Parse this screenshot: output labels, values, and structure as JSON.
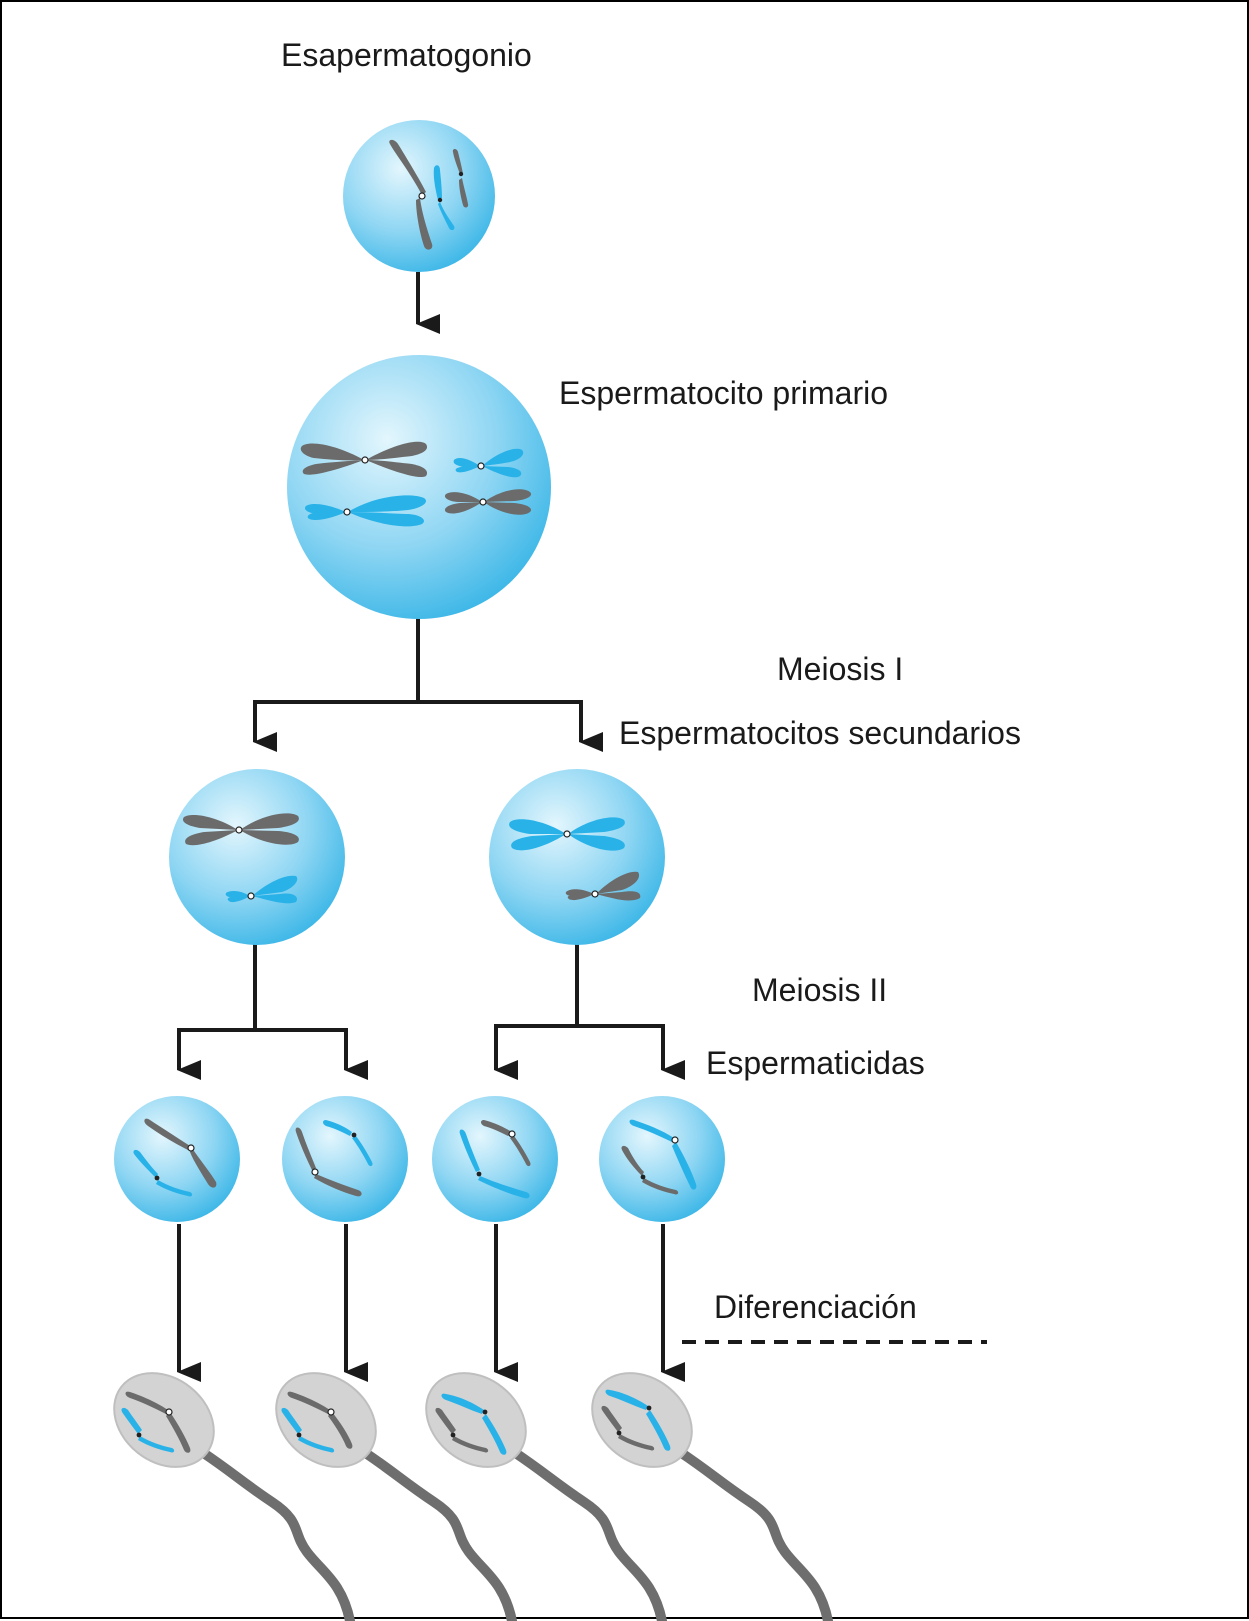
{
  "labels": {
    "spermatogonium": "Esapermatogonio",
    "primary_spermatocyte": "Espermatocito primario",
    "meiosis_1": "Meiosis I",
    "secondary_spermatocytes": "Espermatocitos secundarios",
    "meiosis_2": "Meiosis II",
    "spermatids": "Espermaticidas",
    "differentiation": "Diferenciación"
  },
  "colors": {
    "cell_fill_light": "#e3f6fd",
    "cell_fill_dark": "#35b4e6",
    "chromosome_blue": "#29b2e8",
    "chromosome_gray": "#6b6b6b",
    "sperm_head": "#d3d3d3",
    "sperm_tail": "#6e6e6e",
    "arrow": "#1a1a1a"
  }
}
